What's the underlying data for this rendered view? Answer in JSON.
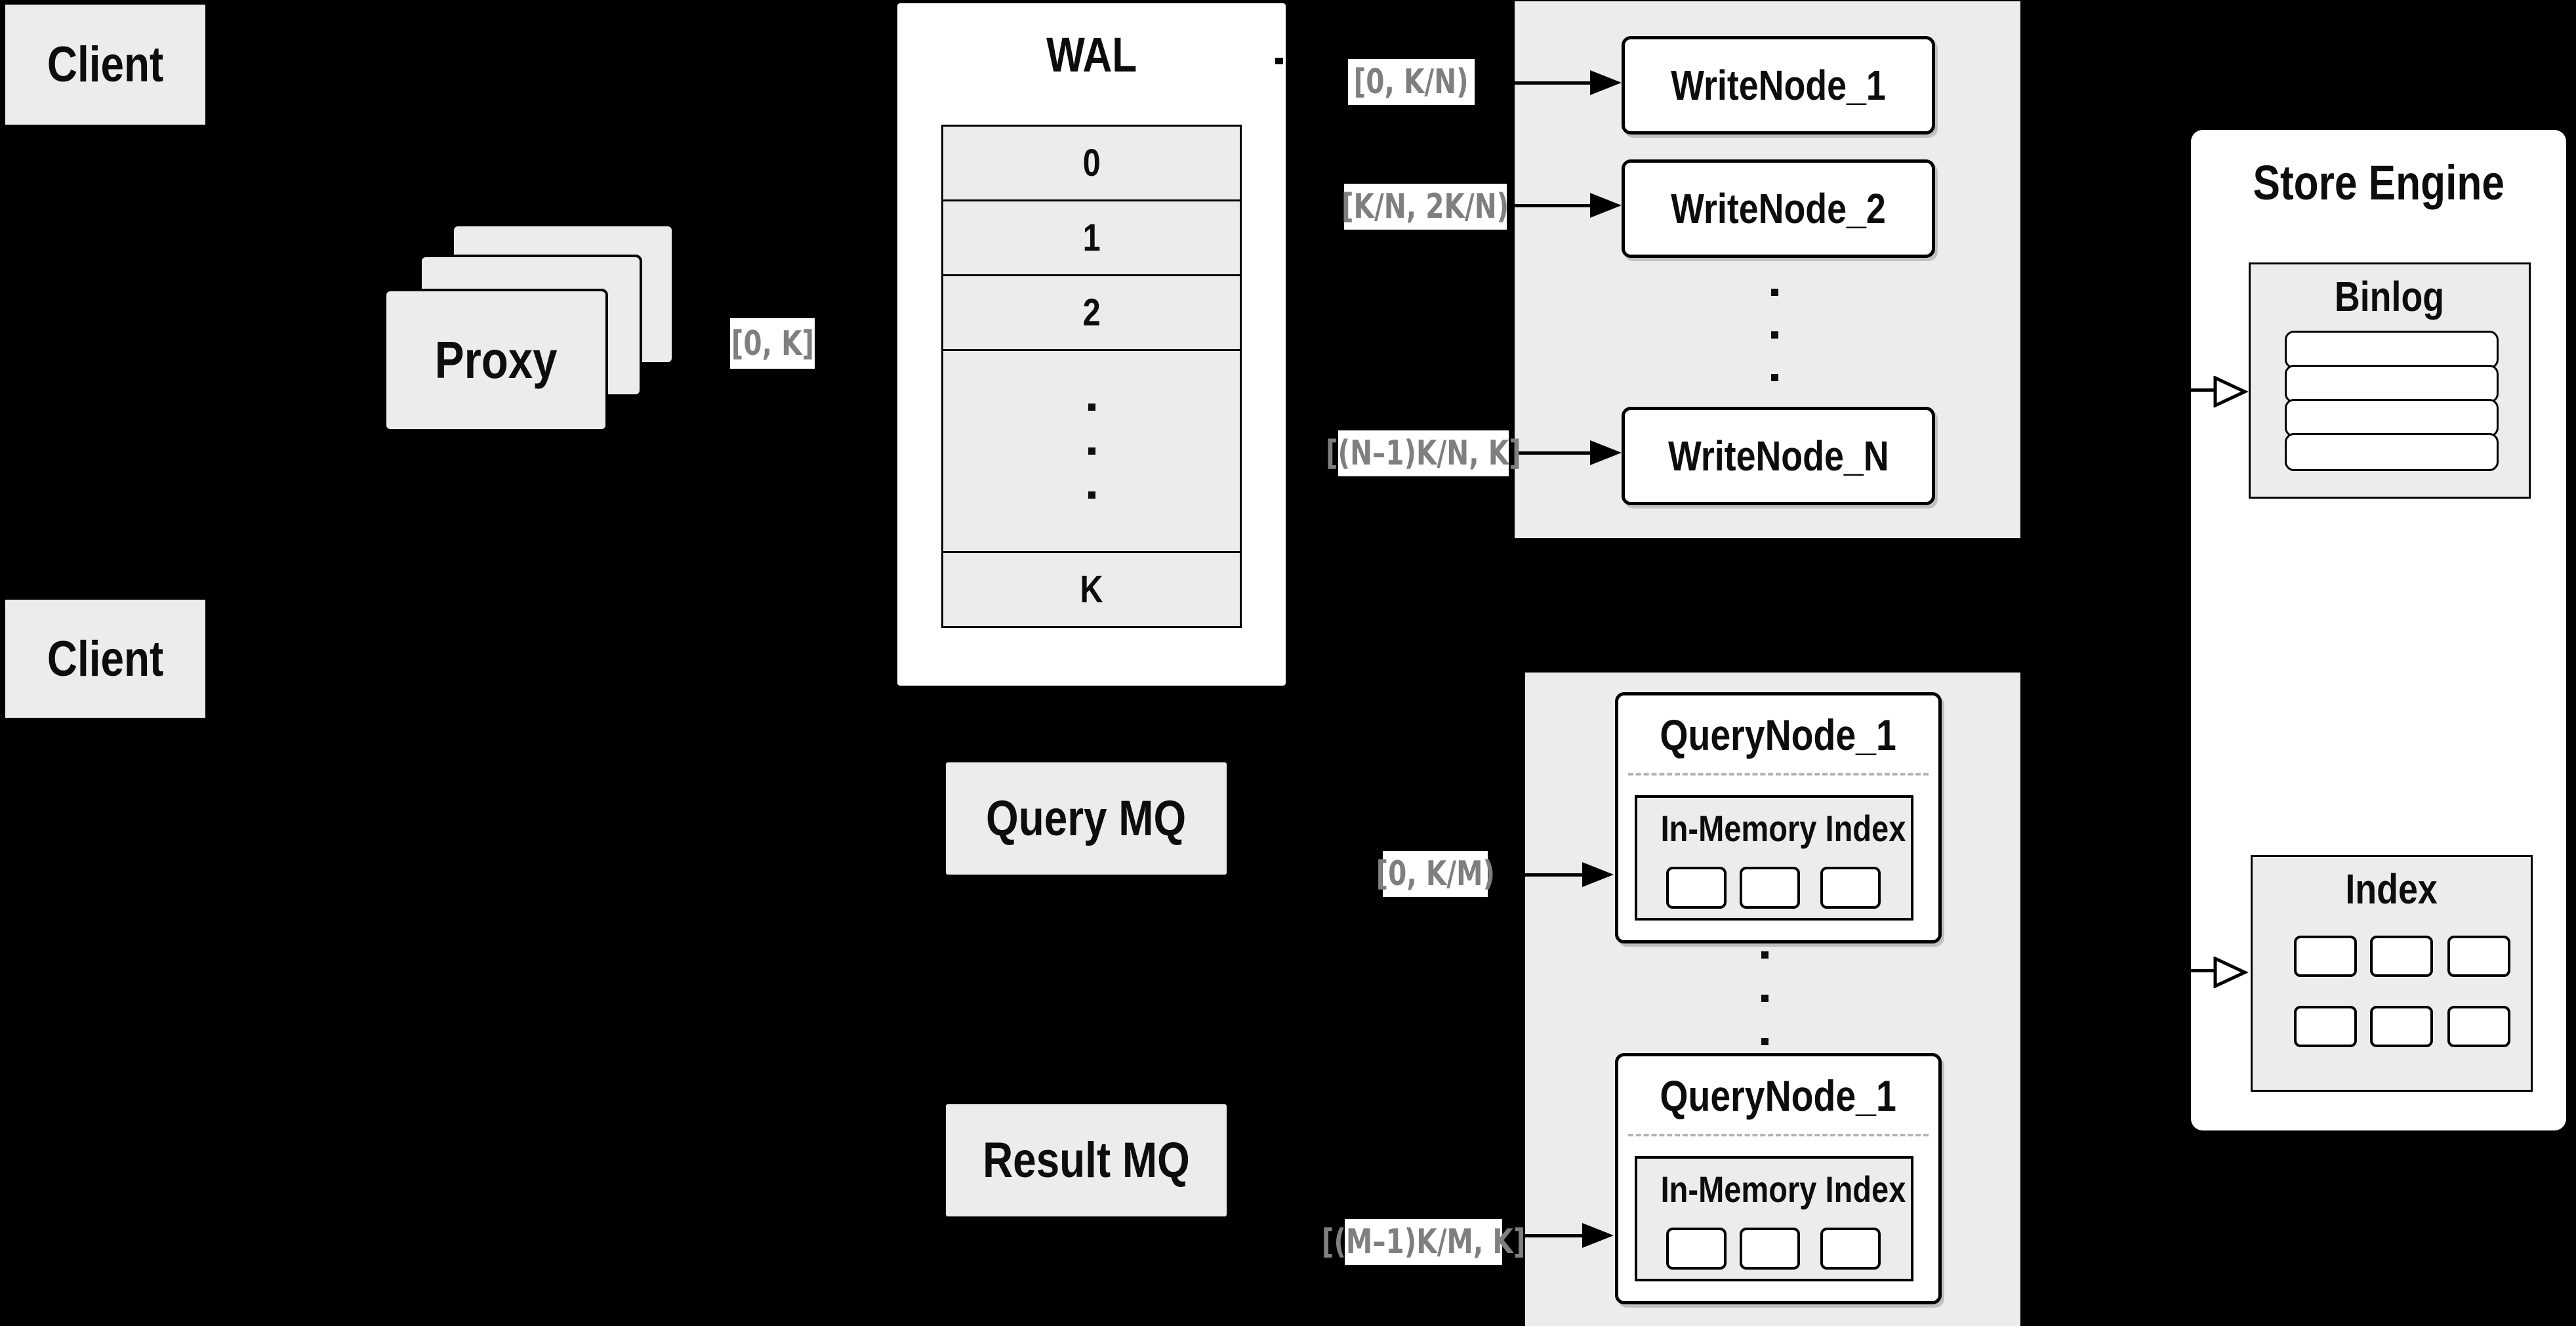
{
  "colors": {
    "background": "#000000",
    "panel_gray": "#ececec",
    "box_white": "#ffffff",
    "border_black": "#000000",
    "range_label_text": "#7f7f7f",
    "dashed_separator": "#b3b3b3"
  },
  "clients": {
    "top": "Client",
    "bottom": "Client"
  },
  "proxy": {
    "label": "Proxy"
  },
  "wal": {
    "title": "WAL",
    "segments": [
      "0",
      "1",
      "2"
    ],
    "last_segment": "K"
  },
  "ranges": {
    "proxy_to_wal": "[0, K]",
    "wal_to_wn1": "[0, K/N)",
    "wal_to_wn2": "[K/N, 2K/N)",
    "wal_to_wnN": "[(N–1)K/N, K]",
    "mq_to_qn_top": "[0, K/M)",
    "mq_to_qn_bottom": "[(M–1)K/M, K]"
  },
  "write_nodes": {
    "first": "WriteNode_1",
    "second": "WriteNode_2",
    "last": "WriteNode_N"
  },
  "message_queues": {
    "query": "Query MQ",
    "result": "Result MQ"
  },
  "query_nodes": {
    "top": {
      "title": "QueryNode_1",
      "memory_index": "In-Memory Index"
    },
    "bottom": {
      "title": "QueryNode_1",
      "memory_index": "In-Memory Index"
    }
  },
  "store_engine": {
    "title": "Store Engine",
    "binlog_title": "Binlog",
    "index_title": "Index"
  }
}
